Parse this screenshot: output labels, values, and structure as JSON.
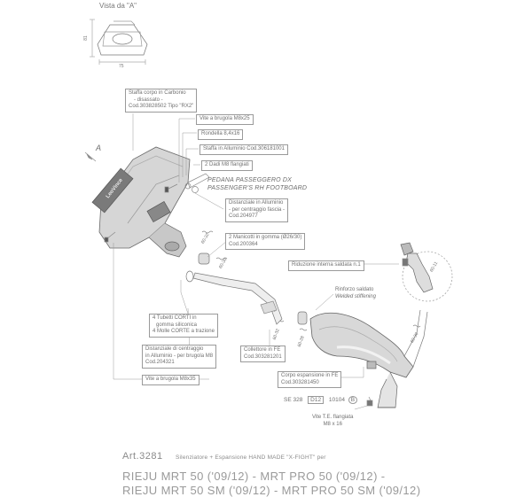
{
  "view": {
    "title": "Vista da \"A\"",
    "dim_height": "81",
    "dim_width": "75"
  },
  "arrow_label": "A",
  "labels": {
    "carbon_bracket": [
      "Staffa corpo in Carbonio",
      "- disassato -",
      "Cod.303828502 Tipo \"RX2\""
    ],
    "screw_m8x25_top": "Vite a brugola M8x25",
    "washer": "Rondella 8,4x16",
    "aluminium_bracket": "Staffa in Alluminio Cod.306181001",
    "flanged_nuts": "2 Dadi M8 flangiati",
    "pedana_it": "PEDANA PASSEGGERO DX",
    "pedana_en": "PASSENGER'S RH FOOTBOARD",
    "spacer_alu": [
      "Distanziale in Alluminio",
      "- per centraggio fascia -",
      "Cod.204977"
    ],
    "rubber_sleeves": [
      "2 Manicotti in gomma (Ø26/30)",
      "Cod.200364"
    ],
    "riduzione": "Riduzione interna saldata n.1",
    "rinforzo_it": "Rinforzo saldato",
    "rinforzo_en": "Welded stiffening",
    "springs": [
      "4 Tubetti CORTI in",
      "gomma siliconica",
      "4 Molle CORTE a trazione"
    ],
    "spacer_center": [
      "Distanziale di centraggio",
      "in Alluminio - per brugola M8",
      "Cod.204321"
    ],
    "collector": [
      "Collettore in FE",
      "Cod.303281201"
    ],
    "screw_m8x35": "Vite a brugola M8x35",
    "body_expansion": [
      "Corpo espansione in FE",
      "Cod.303281450"
    ],
    "se_label": "SE 328",
    "se_d": "D12",
    "se_code": "10104",
    "se_b": "B",
    "te_screw": [
      "Vite T.E. flangiata",
      "M8 x 16"
    ],
    "spring_codes": [
      "60-32",
      "60-30",
      "60-32",
      "60-28",
      "60-30",
      "60-11"
    ]
  },
  "footer": {
    "article": "Art.3281",
    "description": "Silenziatore + Espansione HAND MADE \"X-FIGHT\" per",
    "models_line1": "RIEJU MRT 50 ('09/12) - MRT PRO 50 ('09/12) -",
    "models_line2": "RIEJU MRT 50 SM ('09/12) - MRT PRO 50 SM ('09/12)"
  }
}
